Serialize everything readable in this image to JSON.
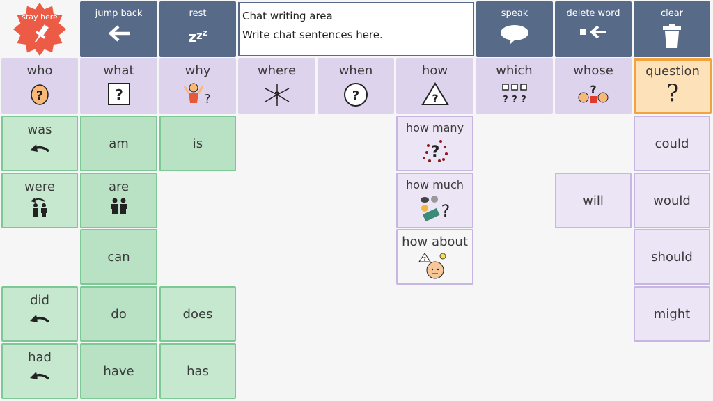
{
  "top_bar": {
    "stay_here": "stay here",
    "jump_back": "jump back",
    "rest": "rest",
    "chat_title": "Chat writing area",
    "chat_placeholder": "Write chat sentences here.",
    "speak": "speak",
    "delete_word": "delete word",
    "clear": "clear"
  },
  "question_words": [
    "who",
    "what",
    "why",
    "where",
    "when",
    "how",
    "which",
    "whose",
    "question"
  ],
  "col1": [
    "was",
    "were",
    "did",
    "had"
  ],
  "col2": [
    "am",
    "are",
    "can",
    "do",
    "have"
  ],
  "col3": [
    "is",
    "does",
    "has"
  ],
  "col6": [
    "how many",
    "how much",
    "how about"
  ],
  "col8": [
    "will"
  ],
  "col9": [
    "could",
    "would",
    "should",
    "might"
  ],
  "colors": {
    "top_bar": "#576a88",
    "question_words": "#ded3ec",
    "verbs": "#c6e8cf",
    "modals": "#ece5f5",
    "stay_here_badge": "#ec5b45",
    "selected": "#fde1b9"
  }
}
